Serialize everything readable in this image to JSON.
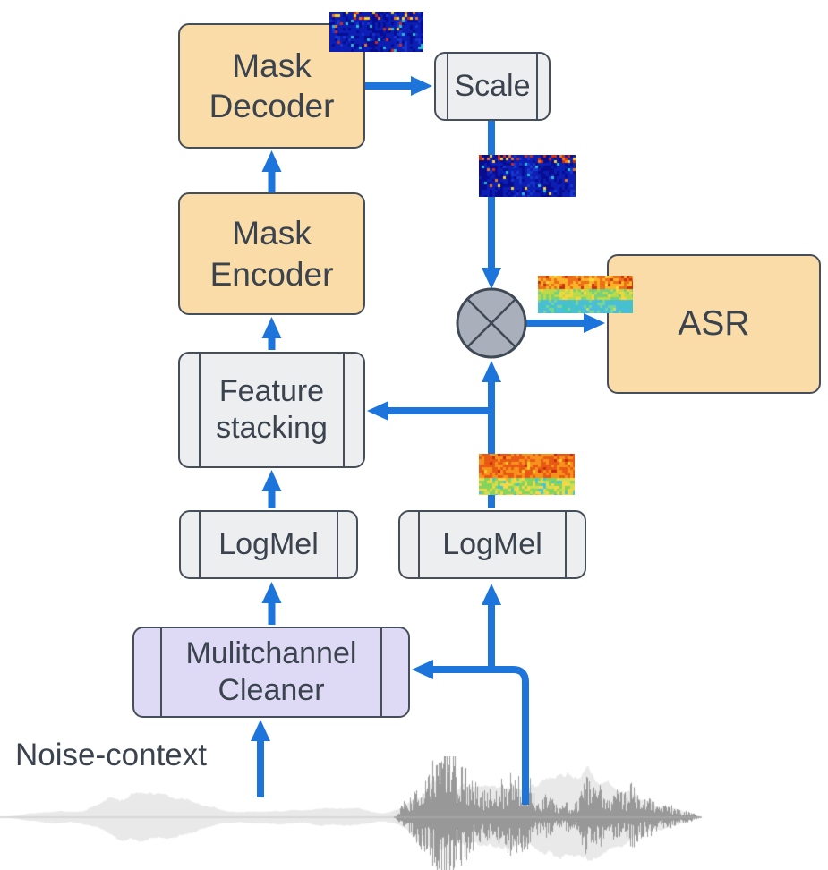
{
  "figure": {
    "nodes": {
      "mask_decoder": {
        "label": "Mask Decoder"
      },
      "scale": {
        "label": "Scale"
      },
      "mask_encoder": {
        "label": "Mask Encoder"
      },
      "feature_stacking": {
        "label": "Feature stacking"
      },
      "logmel_left": {
        "label": "LogMel"
      },
      "logmel_right": {
        "label": "LogMel"
      },
      "multichannel_cleaner": {
        "label": "Mulitchannel Cleaner"
      },
      "asr": {
        "label": "ASR"
      }
    },
    "operator": {
      "name": "multiply",
      "symbol": "⊗"
    },
    "annotations": {
      "noise_context": "Noise-context"
    },
    "colors": {
      "arrow_blue": "#1D74DB",
      "box_orange": "#F9DCA7",
      "box_gray": "#EDEEF0",
      "box_lavender": "#DEDAF6",
      "circle_gray": "#A9B0BB",
      "border": "#454E59",
      "text": "#3A434E",
      "waveform_light": "#E9E9E9",
      "waveform_dark": "#9A9A9A"
    },
    "spectrograms": [
      {
        "id": "spectrogram-mask",
        "palette": "blue-mask",
        "seed": 11
      },
      {
        "id": "spectrogram-scaled-mask",
        "palette": "blue-mask",
        "seed": 29
      },
      {
        "id": "spectrogram-enhanced",
        "palette": "warm-clean",
        "seed": 47
      },
      {
        "id": "spectrogram-noisy",
        "palette": "warm-noisy",
        "seed": 61
      }
    ],
    "waveforms": [
      {
        "id": "waveform-noise-context",
        "style": "light"
      },
      {
        "id": "waveform-speech",
        "style": "dark"
      }
    ]
  }
}
